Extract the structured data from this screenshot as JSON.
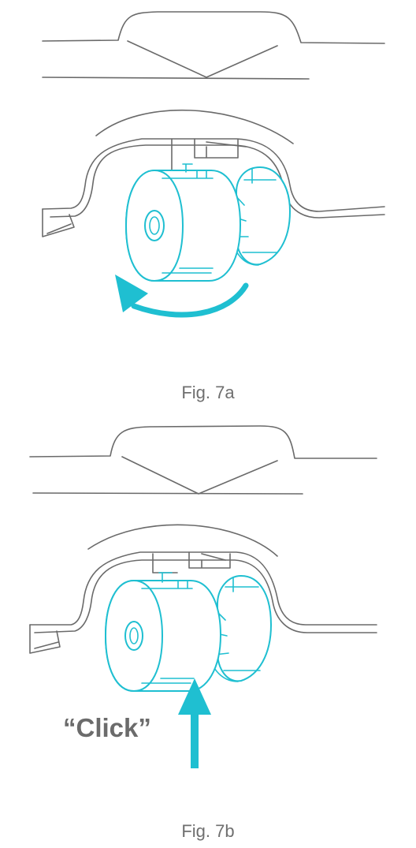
{
  "figures": [
    {
      "caption": "Fig. 7a",
      "action": "rotate-wheel"
    },
    {
      "caption": "Fig. 7b",
      "action": "push-up",
      "callout": "“Click”"
    }
  ],
  "colors": {
    "accent": "#1fbfd1",
    "line": "#6a6a6a",
    "text": "#6f6f6f"
  },
  "icons": [
    "rotate-arrow-icon",
    "up-arrow-icon"
  ]
}
